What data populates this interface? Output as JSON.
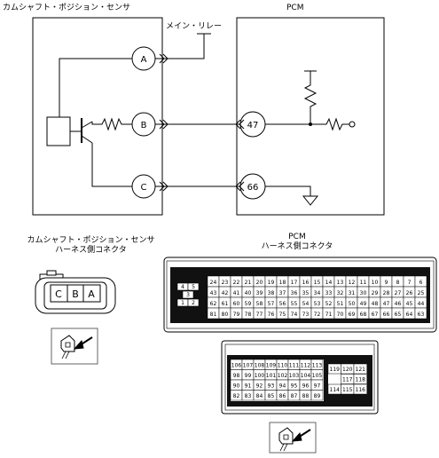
{
  "labels": {
    "sensor_title": "カムシャフト・ポジション・センサ",
    "pcm_title": "PCM",
    "main_relay": "メイン・リレー",
    "sensor_connector_line1": "カムシャフト・ポジション・センサ",
    "sensor_connector_line2": "ハーネス側コネクタ",
    "pcm_connector_line1": "PCM",
    "pcm_connector_line2": "ハーネス側コネクタ"
  },
  "sensor_terminals": [
    "A",
    "B",
    "C"
  ],
  "pcm_terminals": [
    "47",
    "66"
  ],
  "sensor_connector_pins": [
    "C",
    "B",
    "A"
  ],
  "pcm_connector_upper": {
    "left_block": [
      "4",
      "5",
      "3",
      "1",
      "2"
    ],
    "row1": [
      "24",
      "23",
      "22",
      "21",
      "20",
      "19",
      "18",
      "17",
      "16",
      "15",
      "14",
      "13",
      "12",
      "11",
      "10",
      "9",
      "8",
      "7",
      "6"
    ],
    "row2": [
      "43",
      "42",
      "41",
      "40",
      "39",
      "38",
      "37",
      "36",
      "35",
      "34",
      "33",
      "32",
      "31",
      "30",
      "29",
      "28",
      "27",
      "26",
      "25"
    ],
    "row3": [
      "62",
      "61",
      "60",
      "59",
      "58",
      "57",
      "56",
      "55",
      "54",
      "53",
      "52",
      "51",
      "50",
      "49",
      "48",
      "47",
      "46",
      "45",
      "44"
    ],
    "row4": [
      "81",
      "80",
      "79",
      "78",
      "77",
      "76",
      "75",
      "74",
      "73",
      "72",
      "71",
      "70",
      "69",
      "68",
      "67",
      "66",
      "65",
      "64",
      "63"
    ]
  },
  "pcm_connector_lower": {
    "row1": [
      "106",
      "107",
      "108",
      "109",
      "110",
      "111",
      "112",
      "113"
    ],
    "row2": [
      "98",
      "99",
      "100",
      "101",
      "102",
      "103",
      "104",
      "105"
    ],
    "row3": [
      "90",
      "91",
      "92",
      "93",
      "94",
      "95",
      "96",
      "97"
    ],
    "row4": [
      "82",
      "83",
      "84",
      "85",
      "86",
      "87",
      "88",
      "89"
    ],
    "right_block": [
      "119",
      "120",
      "121",
      "117",
      "118",
      "114",
      "115",
      "116"
    ]
  }
}
